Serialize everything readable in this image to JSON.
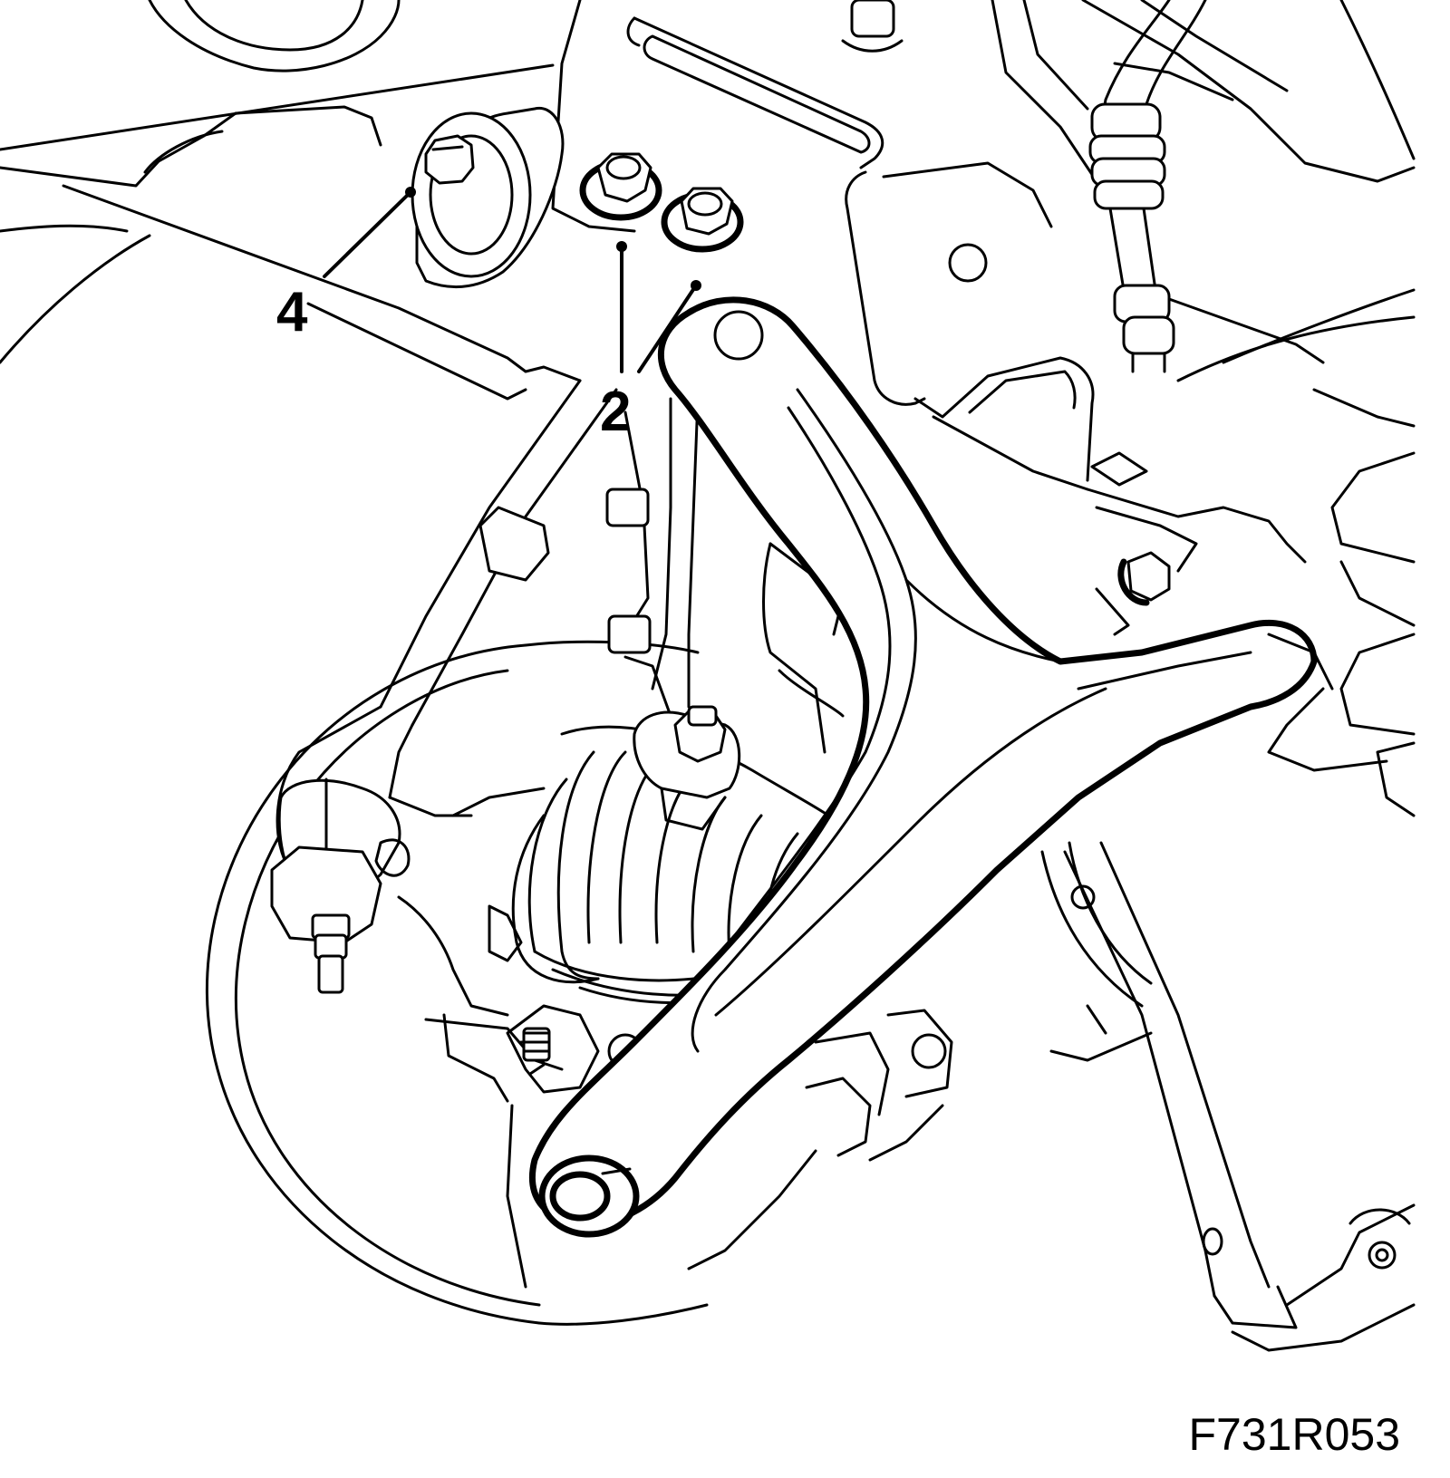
{
  "callouts": {
    "c2": "2",
    "c4": "4"
  },
  "figure_id": "F731R053"
}
